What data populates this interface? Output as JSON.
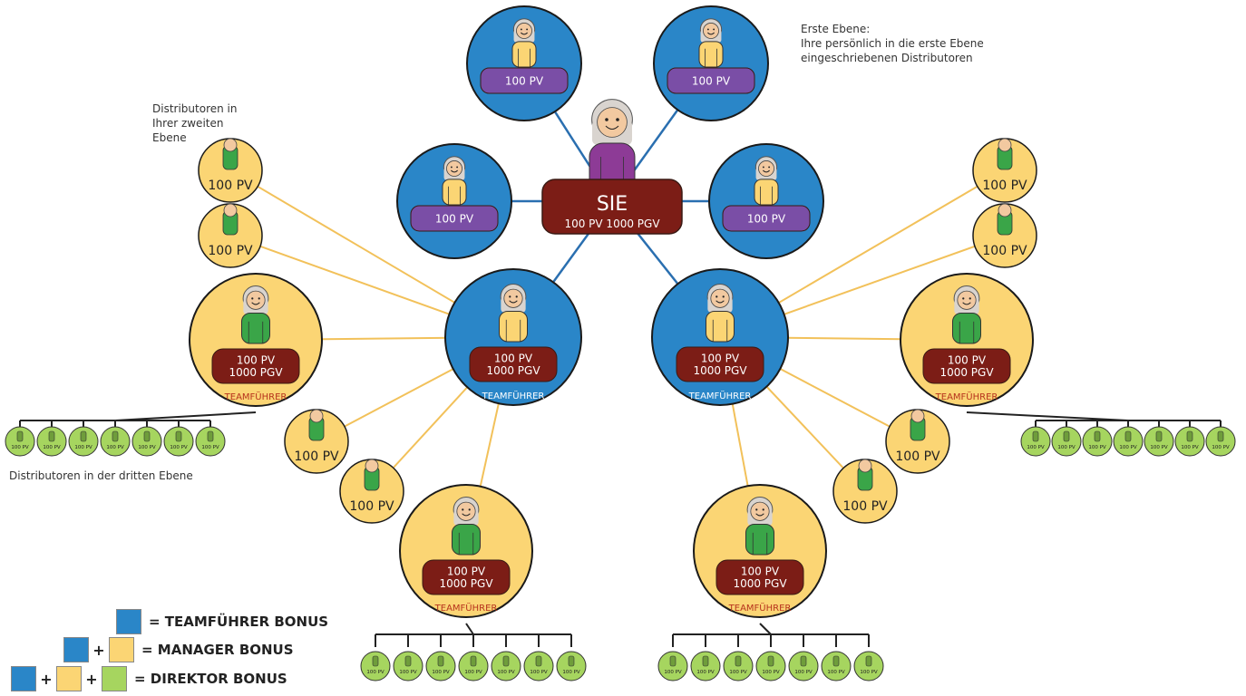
{
  "colors": {
    "blue": "#2a86c8",
    "yellow": "#fbd574",
    "green": "#a6d55f",
    "purple_badge": "#7a4ea6",
    "red_badge": "#7c1d16",
    "line_blue": "#2a6fb0",
    "line_yellow": "#f2c15a",
    "line_black": "#222222"
  },
  "center": {
    "title": "SIE",
    "subtitle": "100 PV 1000 PGV"
  },
  "first_level_badge": "100 PV",
  "leader": {
    "line1": "100 PV",
    "line2": "1000 PGV"
  },
  "teamfuehrer_label": "TEAMFÜHRER",
  "second_level_label": "100 PV",
  "third_level_label": "100 PV",
  "annotations": {
    "first_level": "Erste Ebene:\nIhre persönlich in die erste Ebene\neingeschriebenen Distributoren",
    "second_level": "Distributoren in\nIhrer zweiten\nEbene",
    "third_level": "Distributoren in der dritten Ebene"
  },
  "legend": {
    "teamfuehrer": "= TEAMFÜHRER BONUS",
    "manager": "= MANAGER BONUS",
    "direktor": "= DIREKTOR BONUS",
    "plus": "+"
  }
}
